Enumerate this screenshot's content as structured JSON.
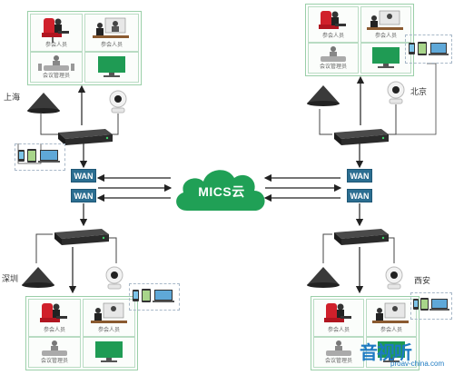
{
  "cloud": {
    "label": "MICS云"
  },
  "wan_label": "WAN",
  "sites": {
    "shanghai": {
      "city": "上海",
      "cells": [
        "参会人员",
        "参会人员",
        "会议管理员",
        ""
      ]
    },
    "beijing": {
      "city": "北京",
      "cells": [
        "参会人员",
        "参会人员",
        "会议管理员",
        ""
      ]
    },
    "shenzhen": {
      "city": "深圳",
      "cells": [
        "参会人员",
        "参会人员",
        "会议管理员",
        ""
      ]
    },
    "xian": {
      "city": "西安",
      "cells": [
        "参会人员",
        "参会人员",
        "会议管理员",
        ""
      ]
    }
  },
  "watermark": {
    "brand": "音视听",
    "url": "proav-china.com"
  },
  "colors": {
    "cloud": "#20a056",
    "wan": "#2b6e91",
    "panel_border": "#9acfa8",
    "screen": "#1f9b54",
    "chair": "#d0202b"
  },
  "icons": [
    "executive-chair-icon",
    "video-call-icon",
    "meeting-table-icon",
    "monitor-icon",
    "conference-speaker-icon",
    "ptz-camera-icon",
    "codec-box-icon",
    "devices-icon"
  ]
}
